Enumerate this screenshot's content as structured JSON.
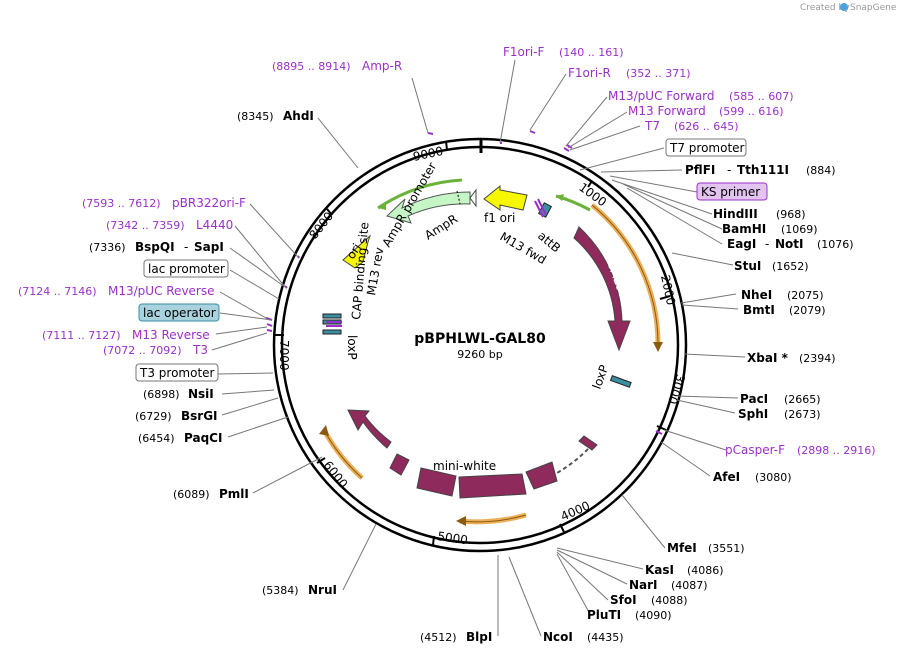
{
  "plasmid": {
    "name": "pBPHLWL-GAL80",
    "size": "9260 bp"
  },
  "credit": {
    "prefix": "Created by",
    "brand": "SnapGene"
  },
  "ticks": [
    "1000",
    "2000",
    "3000",
    "4000",
    "5000",
    "6000",
    "7000",
    "8000",
    "9000"
  ],
  "sites": {
    "ahdi": {
      "name": "AhdI",
      "pos": "(8345)"
    },
    "pflfi": {
      "name": "PflFI",
      "sep": "-",
      "name2": "Tth111I",
      "pos": "(884)"
    },
    "hindiii": {
      "name": "HindIII",
      "pos": "(968)"
    },
    "bamhi": {
      "name": "BamHI",
      "pos": "(1069)"
    },
    "eagi": {
      "name": "EagI",
      "sep": "-",
      "name2": "NotI",
      "pos": "(1076)"
    },
    "stui": {
      "name": "StuI",
      "pos": "(1652)"
    },
    "nhei": {
      "name": "NheI",
      "pos": "(2075)"
    },
    "bmti": {
      "name": "BmtI",
      "pos": "(2079)"
    },
    "xbai": {
      "name": "XbaI *",
      "pos": "(2394)"
    },
    "paci": {
      "name": "PacI",
      "pos": "(2665)"
    },
    "sphi": {
      "name": "SphI",
      "pos": "(2673)"
    },
    "afei": {
      "name": "AfeI",
      "pos": "(3080)"
    },
    "mfei": {
      "name": "MfeI",
      "pos": "(3551)"
    },
    "kasi": {
      "name": "KasI",
      "pos": "(4086)"
    },
    "nari": {
      "name": "NarI",
      "pos": "(4087)"
    },
    "sfoi": {
      "name": "SfoI",
      "pos": "(4088)"
    },
    "pluti": {
      "name": "PluTI",
      "pos": "(4090)"
    },
    "ncoi": {
      "name": "NcoI",
      "pos": "(4435)"
    },
    "blpi": {
      "name": "BlpI",
      "pos": "(4512)"
    },
    "nrui": {
      "name": "NruI",
      "pos": "(5384)"
    },
    "pmli": {
      "name": "PmlI",
      "pos": "(6089)"
    },
    "paqci": {
      "name": "PaqCI",
      "pos": "(6454)"
    },
    "bsrgi": {
      "name": "BsrGI",
      "pos": "(6729)"
    },
    "nsii": {
      "name": "NsiI",
      "pos": "(6898)"
    },
    "bspqi": {
      "name": "BspQI",
      "sep": "-",
      "name2": "SapI",
      "pos": "(7336)"
    }
  },
  "primers": {
    "ampr": {
      "name": "Amp-R",
      "pos": "(8895 .. 8914)"
    },
    "f1ori_f": {
      "name": "F1ori-F",
      "pos": "(140 .. 161)"
    },
    "f1ori_r": {
      "name": "F1ori-R",
      "pos": "(352 .. 371)"
    },
    "m13puc_fwd": {
      "name": "M13/pUC Forward",
      "pos": "(585 .. 607)"
    },
    "m13_fwd": {
      "name": "M13 Forward",
      "pos": "(599 .. 616)"
    },
    "t7": {
      "name": "T7",
      "pos": "(626 .. 645)"
    },
    "pbr322": {
      "name": "pBR322ori-F",
      "pos": "(7593 .. 7612)"
    },
    "l4440": {
      "name": "L4440",
      "pos": "(7342 .. 7359)"
    },
    "m13puc_rev": {
      "name": "M13/pUC Reverse",
      "pos": "(7124 .. 7146)"
    },
    "m13_rev": {
      "name": "M13 Reverse",
      "pos": "(7111 .. 7127)"
    },
    "t3": {
      "name": "T3",
      "pos": "(7072 .. 7092)"
    },
    "pcasper": {
      "name": "pCasper-F",
      "pos": "(2898 .. 2916)"
    }
  },
  "boxes": {
    "t7_promoter": "T7 promoter",
    "ks_primer": "KS primer",
    "lac_promoter": "lac promoter",
    "lac_operator": "lac operator",
    "t3_promoter": "T3 promoter"
  },
  "features": {
    "ori": "ori",
    "ampr": "AmpR",
    "ampr_promoter": "AmpR promoter",
    "cap": "CAP binding site",
    "f1ori": "f1 ori",
    "attb": "attB",
    "m13fwd": "M13 fwd",
    "gal80": "GAL80",
    "loxp_right": "loxP",
    "loxp_left": "loxP",
    "m13rev": "M13 rev",
    "miniwhite": "mini-white"
  },
  "colors": {
    "primer": "#9b30c9",
    "gene": "#8e2a5c",
    "ori": "#f7f700",
    "ampr": "#c6f5c6",
    "orange": "#e9a13b",
    "green": "#6ab23a",
    "teal": "#3a8fa0",
    "ks_box": "#e3c3f0",
    "lacop_box": "#a8d3de"
  }
}
